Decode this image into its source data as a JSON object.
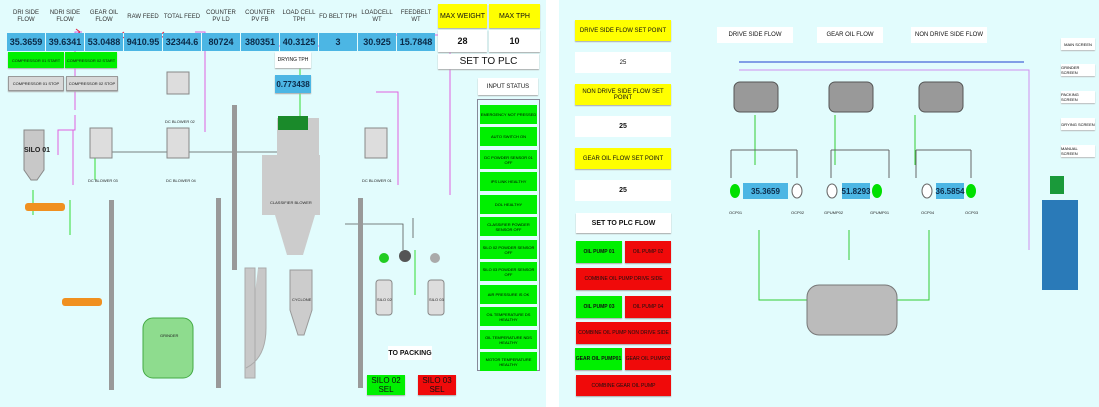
{
  "header": {
    "labels": [
      "DRI SIDE FLOW",
      "NDRI SIDE FLOW",
      "GEAR OIL FLOW",
      "RAW FEED",
      "TOTAL FEED",
      "COUNTER PV LD",
      "COUNTER PV FB",
      "LOAD CELL TPH",
      "FD BELT TPH",
      "LOADCELL WT",
      "FEEDBELT WT"
    ],
    "values": [
      "35.3659",
      "39.6341",
      "53.0488",
      "9410.95",
      "32344.6",
      "80724",
      "380351",
      "40.3125",
      "3",
      "30.925",
      "15.7848"
    ]
  },
  "max": {
    "weight_label": "MAX WEIGHT",
    "tph_label": "MAX TPH",
    "weight": "28",
    "tph": "10",
    "set_plc": "SET TO PLC"
  },
  "compressor": {
    "c1_start": "COMPRESSOR 01 START",
    "c2_start": "COMPRESSOR 02 START",
    "c1_stop": "COMPRESSOR 01 STOP",
    "c2_stop": "COMPRESSOR 02 STOP"
  },
  "drying": {
    "label": "DRYING TPH",
    "value": "0.773438"
  },
  "input_status": {
    "title": "INPUT STATUS",
    "items": [
      "EMERGENCY NOT PRESSED",
      "AUTO SWITCH ON",
      "DC POWDER SENSOR 01 OFF",
      "IPS LINK HEALTHY",
      "DOL HEALTHY",
      "CLASSIFIER POWDER SENSOR OFF",
      "SILO 02 POWDER SENSOR OFF",
      "SILO 03 POWDER SENSOR OFF",
      "AIR PRESSURE IS OK",
      "OIL TEMPERATURE DS HEALTHY",
      "OIL TEMPERATURE NDS HEALTHY",
      "MOTOR TEMPERATURE HEALTHY"
    ]
  },
  "process": {
    "silo01": "SILO 01",
    "dc02": "DC BLOWER 02",
    "dc03": "DC BLOWER 03",
    "dc04": "DC BLOWER 04",
    "dc01": "DC BLOWER 01",
    "classifier": "CLASSIFIER BLOWER",
    "cyclone": "CYCLONE",
    "grinder": "GRINDER",
    "silo02": "SILO 02",
    "silo03": "SILO 03",
    "to_packing": "TO PACKING",
    "silo02_sel": "SILO 02 SEL",
    "silo03_sel": "SILO 03 SEL"
  },
  "setpoints": {
    "drive_label": "DRIVE SIDE FLOW SET POINT",
    "drive": "25",
    "nondrive_label": "NON DRIVE SIDE FLOW SET POINT",
    "nondrive": "25",
    "gear_label": "GEAR OIL FLOW SET POINT",
    "gear": "25",
    "set_plc_flow": "SET TO PLC FLOW"
  },
  "pumps": {
    "op1": "OIL PUMP 01",
    "op2": "OIL PUMP 02",
    "comb_ds": "COMBINE OIL PUMP DRIVE SIDE",
    "op3": "OIL PUMP 03",
    "op4": "OIL PUMP 04",
    "comb_nds": "COMBINE OIL PUMP NON DRIVE SIDE",
    "gp1": "GEAR OIL PUMP01",
    "gp2": "GEAR OIL PUMP02",
    "comb_gear": "COMBINE GEAR OIL PUMP"
  },
  "flow": {
    "ds_label": "DRIVE SIDE FLOW",
    "gear_label": "GEAR OIL FLOW",
    "nds_label": "NON DRIVE SIDE FLOW",
    "ds": "35.3659",
    "gear": "51.8293",
    "nds": "36.5854",
    "pump_labels": [
      "OCP01",
      "OCP02",
      "GPUMP02",
      "GPUMP01",
      "OCP04",
      "OCP03"
    ]
  },
  "nav": [
    "MAIN SCREEN",
    "GRINDER SCREEN",
    "PACKING SCREEN",
    "DRYING SCREEN",
    "MANUAL SCREEN"
  ],
  "colors": {
    "on": "#00f000",
    "off": "#f00a0a",
    "value_bg": "#4cb6e4",
    "panel": "#e2fcfd"
  }
}
